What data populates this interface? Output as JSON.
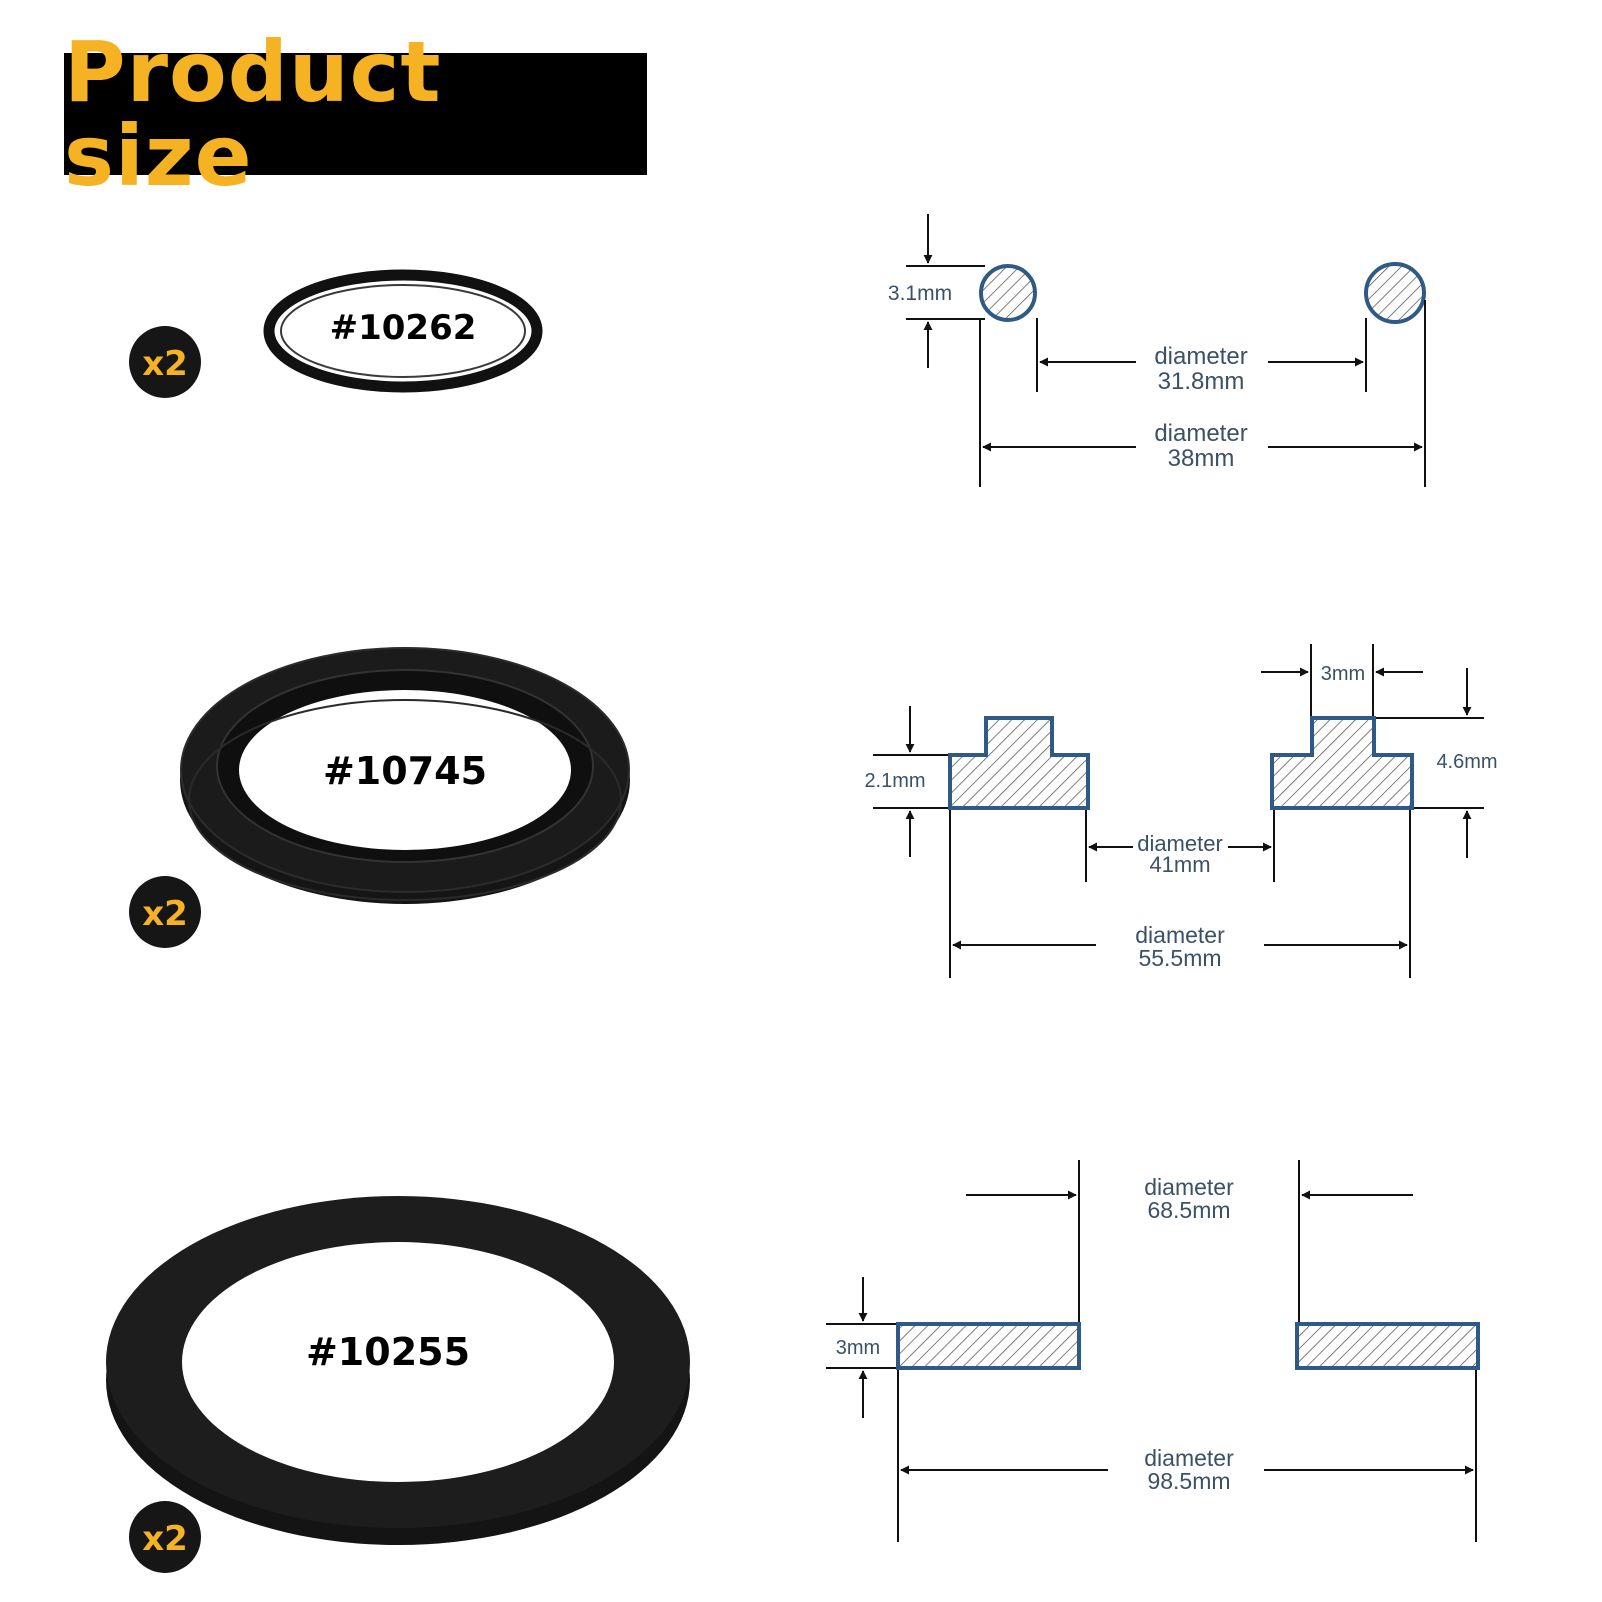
{
  "header": {
    "title": "Product size"
  },
  "colors": {
    "accent": "#f5b324",
    "outline": "#2f5a86",
    "dim_text": "#3a5168"
  },
  "gaskets": [
    {
      "code": "#10262",
      "quantity": "x2",
      "dims": {
        "thickness": "3.1mm",
        "inner_word": "diameter",
        "inner_value": "31.8mm",
        "outer_word": "diameter",
        "outer_value": "38mm"
      }
    },
    {
      "code": "#10745",
      "quantity": "x2",
      "dims": {
        "step_width": "3mm",
        "base_height": "2.1mm",
        "total_height": "4.6mm",
        "inner_word": "diameter",
        "inner_value": "41mm",
        "outer_word": "diameter",
        "outer_value": "55.5mm"
      }
    },
    {
      "code": "#10255",
      "quantity": "x2",
      "dims": {
        "thickness": "3mm",
        "inner_word": "diameter",
        "inner_value": "68.5mm",
        "outer_word": "diameter",
        "outer_value": "98.5mm"
      }
    }
  ]
}
